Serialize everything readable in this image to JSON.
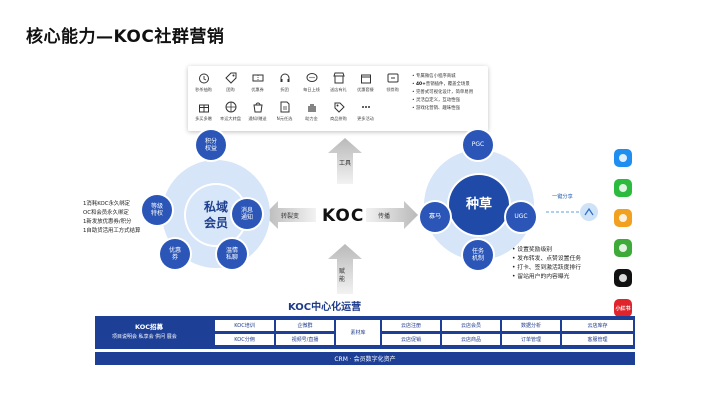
{
  "title": "核心能力—KOC社群营销",
  "tools": [
    {
      "label": "秒杀抽购",
      "icon": "alarm-clock-icon"
    },
    {
      "label": "团购",
      "icon": "tag-icon"
    },
    {
      "label": "优惠券",
      "icon": "ticket-icon"
    },
    {
      "label": "折团",
      "icon": "headset-icon"
    },
    {
      "label": "每日上线",
      "icon": "chat-bubble-icon"
    },
    {
      "label": "送店有礼",
      "icon": "shop-icon"
    },
    {
      "label": "优惠套餐",
      "icon": "box-icon"
    },
    {
      "label": "领劵购",
      "icon": "coupon-icon"
    },
    {
      "label": "多买多赠",
      "icon": "gift-icon"
    },
    {
      "label": "幸运大转盘",
      "icon": "wheel-icon"
    },
    {
      "label": "通知/赠送",
      "icon": "bag-icon"
    },
    {
      "label": "N元任选",
      "icon": "document-icon"
    },
    {
      "label": "助力金",
      "icon": "hand-icon"
    },
    {
      "label": "商品拼购",
      "icon": "price-tag-icon"
    },
    {
      "label": "更多活动",
      "icon": "more-icon"
    }
  ],
  "features": [
    {
      "text": "专属微信小程序商城",
      "bold": ""
    },
    {
      "text": "营销插件，覆盖全场景",
      "bold": "40+"
    },
    {
      "text": "完善式可视化设计，简单易用",
      "bold": ""
    },
    {
      "text": "灵活自定义，互动性强",
      "bold": ""
    },
    {
      "text": "游戏化营销、趣味性强",
      "bold": ""
    }
  ],
  "arrows": {
    "tools": "工具",
    "empower": "赋能",
    "convert": "转裂变",
    "spread": "传播",
    "share": "一键分享"
  },
  "koc": "KOC",
  "private": {
    "center": "私域会员",
    "nodes": [
      "积分权益",
      "等级特权",
      "消息通知",
      "优惠券",
      "温情私聊"
    ]
  },
  "grass": {
    "center": "种草",
    "nodes": [
      "PGC",
      "寡马",
      "UGC",
      "任务机制"
    ]
  },
  "left_notes": [
    "1消耗KOC永久绑定",
    "OC和会员永久绑定",
    "1新发放优惠券/积分",
    "1自助货活用工方式结算"
  ],
  "right_notes": [
    "设置奖励级别",
    "发布转发、点赞设置任务",
    "打卡、签到激活跃度排行",
    "留站用户的内容曝光"
  ],
  "social": [
    {
      "name": "qq-icon",
      "label": "",
      "color": "#1f8ef0"
    },
    {
      "name": "wechat-icon",
      "label": "",
      "color": "#2cbb3f"
    },
    {
      "name": "weibo-icon",
      "label": "",
      "color": "#f2a020"
    },
    {
      "name": "moments-icon",
      "label": "",
      "color": "#3eaa3a"
    },
    {
      "name": "douyin-icon",
      "label": "",
      "color": "#111111"
    },
    {
      "name": "xiaohongshu-icon",
      "label": "小红书",
      "color": "#e0242b"
    }
  ],
  "ops": {
    "title": "KOC中心化运营",
    "recruit_title": "KOC招募",
    "recruit_sub": "项目说明会  私享会  供问  展会",
    "cells": [
      "KOC培训",
      "企微群",
      "素材库",
      "云店注册",
      "云店会员",
      "数据分析",
      "云店库存",
      "KOC分佣",
      "视频号/直播",
      "云店促销",
      "云店商品",
      "订单管理",
      "客服管理"
    ]
  },
  "crm": "CRM · 会员数字化资产"
}
